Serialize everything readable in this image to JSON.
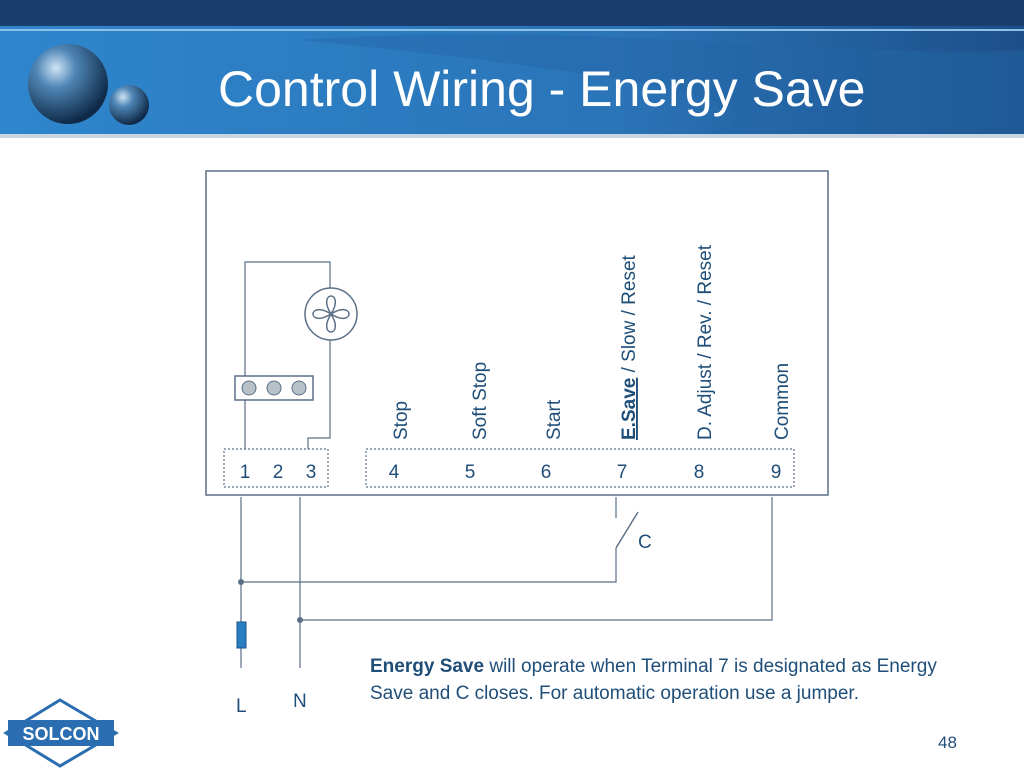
{
  "slide": {
    "title": "Control Wiring - Energy Save",
    "page_number": "48"
  },
  "logo": {
    "text": "SOLCON"
  },
  "terminals": {
    "numbers": [
      "1",
      "2",
      "3",
      "4",
      "5",
      "6",
      "7",
      "8",
      "9"
    ],
    "labels": {
      "t4": "Stop",
      "t5": "Soft Stop",
      "t6": "Start",
      "t7_main": "E.Save",
      "t7_rest": " / Slow / Reset",
      "t8": "D. Adjust / Rev. / Reset",
      "t9": "Common"
    }
  },
  "contact": {
    "label": "C"
  },
  "lines": {
    "l": "L",
    "n": "N"
  },
  "note": {
    "bold": "Energy Save",
    "text": " will operate when Terminal 7 is designated as Energy Save and C closes. For automatic operation use a jumper."
  },
  "colors": {
    "header_dark": "#1f4e8c",
    "header_light": "#3a8fd0",
    "text": "#1f4e79",
    "wire": "#5a6f85"
  }
}
